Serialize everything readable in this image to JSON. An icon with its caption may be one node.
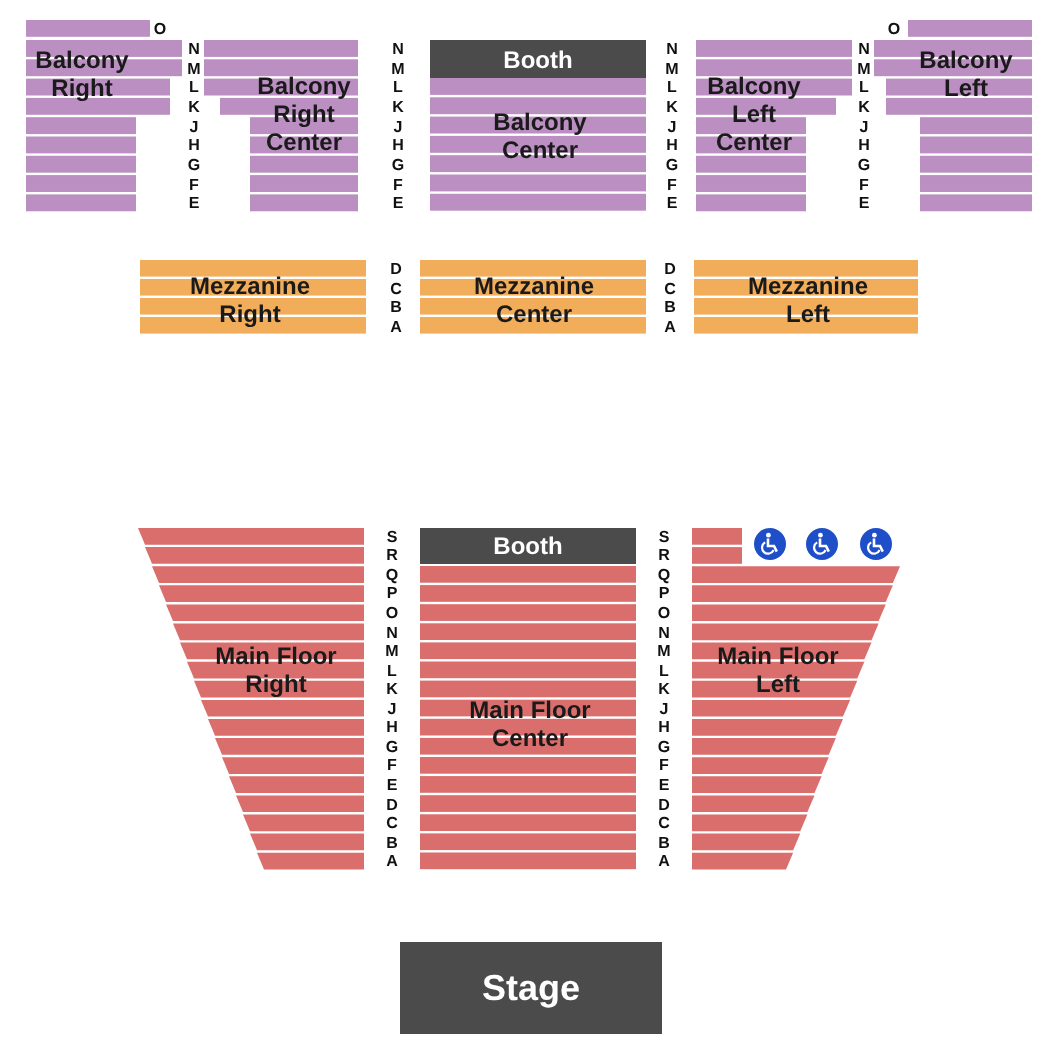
{
  "diagram": {
    "nodes": [
      {
        "text": [
          "Balcony Right"
        ]
      },
      {
        "text": [
          "Balcony Right Center"
        ]
      },
      {
        "text": [
          "Booth"
        ]
      },
      {
        "text": [
          "Balcony Center"
        ]
      },
      {
        "text": [
          "Balcony Left Center"
        ]
      },
      {
        "text": [
          "Balcony Left"
        ]
      },
      {
        "text": [
          "Mezzanine Right"
        ]
      },
      {
        "text": [
          "Mezzanine Center"
        ]
      },
      {
        "text": [
          "Mezzanine Left"
        ]
      },
      {
        "text": [
          "Booth"
        ]
      },
      {
        "text": [
          "Main Floor Right"
        ]
      },
      {
        "text": [
          "Main Floor Center"
        ]
      },
      {
        "text": [
          "Main Floor Left"
        ]
      },
      {
        "text": [
          "Stage"
        ]
      }
    ],
    "labels": [
      "O",
      "N",
      "M",
      "L",
      "K",
      "J",
      "H",
      "G",
      "F",
      "E",
      "N",
      "M",
      "L",
      "K",
      "J",
      "H",
      "G",
      "F",
      "E",
      "N",
      "M",
      "L",
      "K",
      "J",
      "H",
      "G",
      "F",
      "E",
      "O",
      "N",
      "M",
      "L",
      "K",
      "J",
      "H",
      "G",
      "F",
      "E",
      "D",
      "C",
      "B",
      "A",
      "D",
      "C",
      "B",
      "A",
      "S",
      "R",
      "Q",
      "P",
      "O",
      "N",
      "M",
      "L",
      "K",
      "J",
      "H",
      "G",
      "F",
      "E",
      "D",
      "C",
      "B",
      "A",
      "S",
      "R",
      "Q",
      "P",
      "O",
      "N",
      "M",
      "L",
      "K",
      "J",
      "H",
      "G",
      "F",
      "E",
      "D",
      "C",
      "B",
      "A"
    ]
  }
}
